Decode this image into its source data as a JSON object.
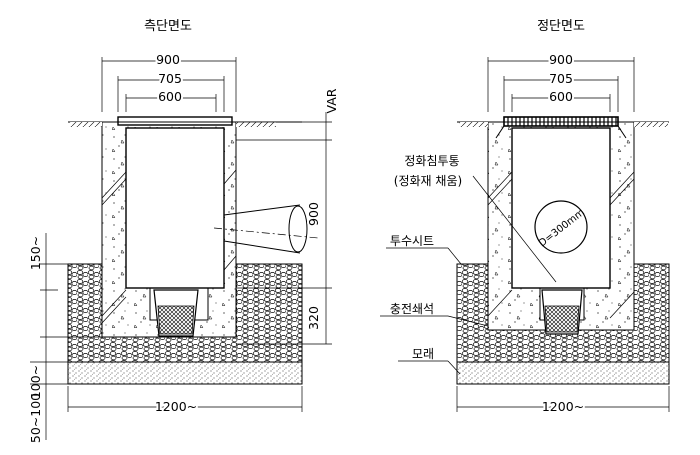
{
  "left_view": {
    "title": "측단면도",
    "dim_900": "900",
    "dim_705": "705",
    "dim_600": "600",
    "dim_var": "VAR",
    "dim_v900": "900",
    "dim_v320": "320",
    "dim_150": "150~",
    "dim_100": "100~",
    "dim_50_100": "50~100",
    "dim_1200": "1200~"
  },
  "right_view": {
    "title": "정단면도",
    "dim_900": "900",
    "dim_705": "705",
    "dim_600": "600",
    "pipe_label": "D=300mm",
    "dim_1200": "1200~"
  },
  "labels": {
    "tank_line1": "정화침투통",
    "tank_line2": "(정화재 채움)",
    "permeable_sheet": "투수시트",
    "gravel_fill": "충전쇄석",
    "sand": "모래"
  }
}
